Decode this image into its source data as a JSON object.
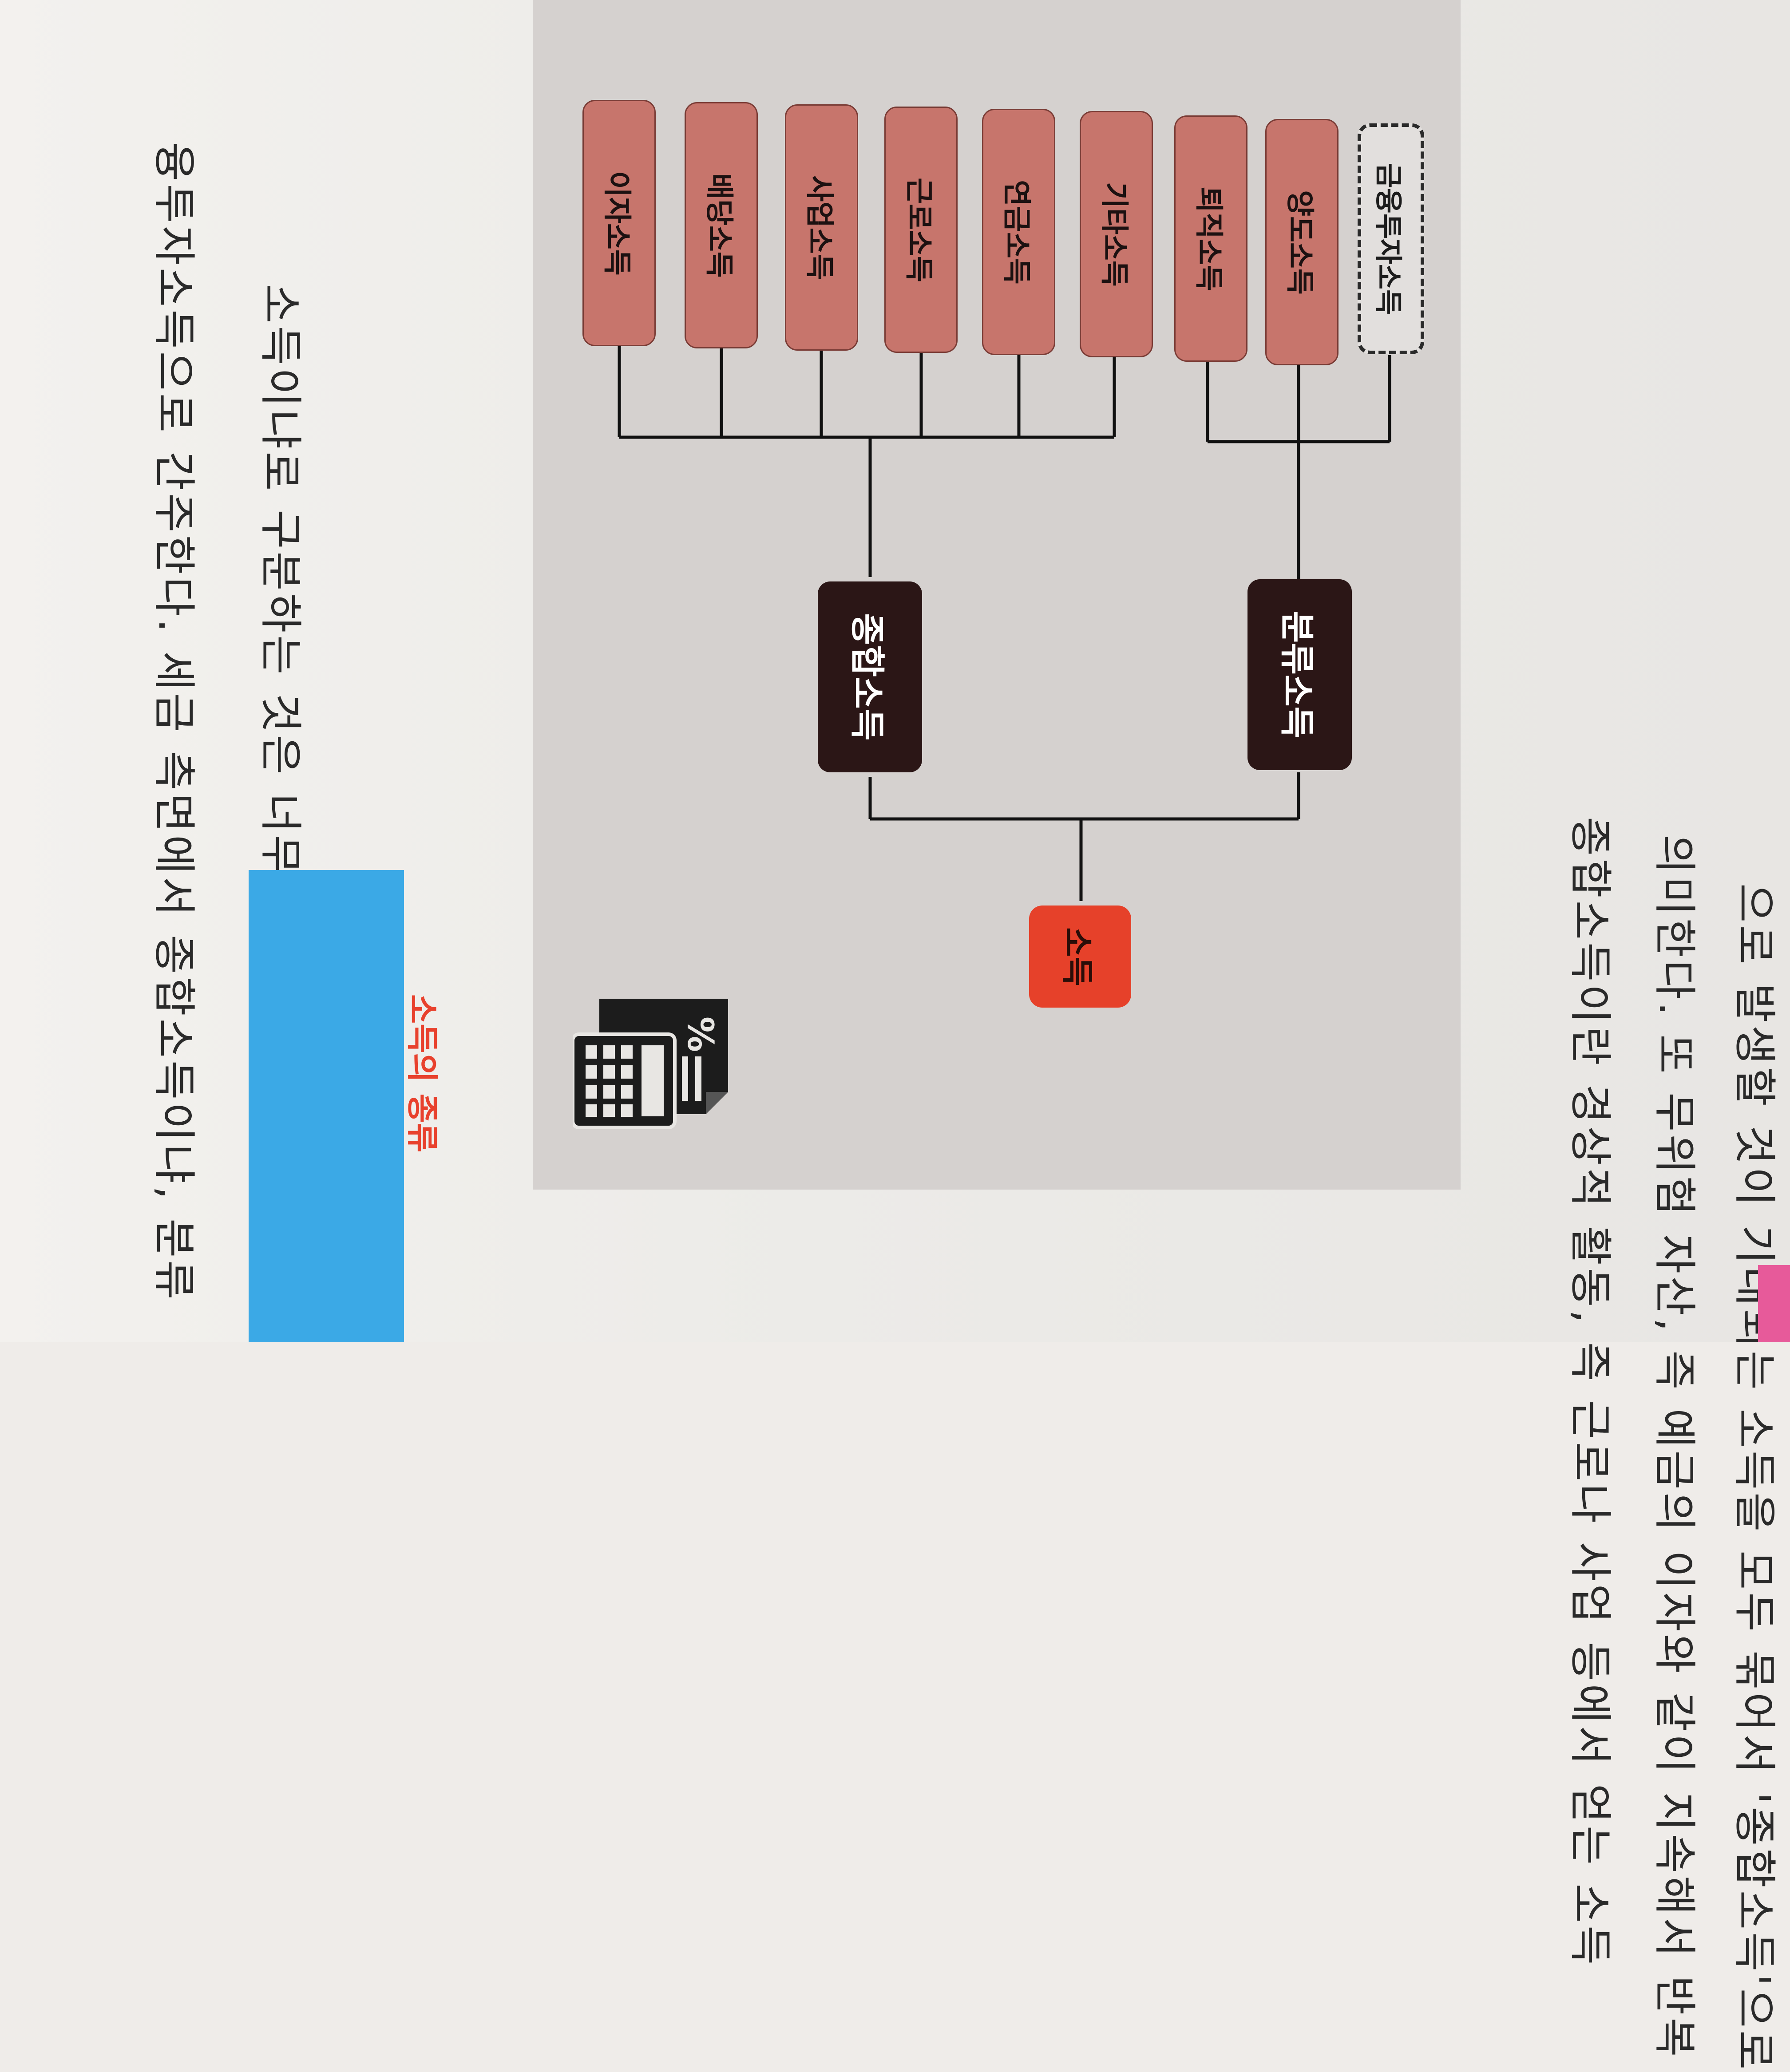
{
  "body_text": {
    "top_lines": [
      "융투자소득으로 간주한다. 세금 측면에서 종합소득이냐, 분류",
      "소득이냐로 구분하는 것은 너무나 중요하다."
    ],
    "bottom_lines": [
      "종합소득이란 경상적 활동, 즉 근로나 사업 등에서 얻는 소득",
      "의미한다. 또 무위험 자산, 즉 예금의 이자와 같이 지속해서 반복",
      "으로 발생할 것이 기대되는 소득을 모두 묶어서 '종합소득'으로"
    ]
  },
  "diagram": {
    "caption": "소득의 종류",
    "icon": "calculator-tax-icon",
    "root": "소득",
    "groups": [
      {
        "label": "종합소득",
        "children": [
          "이자소득",
          "배당소득",
          "사업소득",
          "근로소득",
          "연금소득",
          "기타소득"
        ]
      },
      {
        "label": "분류소득",
        "children": [
          "퇴직소득",
          "양도소득",
          "금융투자소득"
        ]
      }
    ]
  },
  "colors": {
    "leaf": "#c7756c",
    "group": "#2b1616",
    "root": "#e6412a",
    "caption": "#e8412d",
    "sticky_note": "#3ba9e6"
  }
}
